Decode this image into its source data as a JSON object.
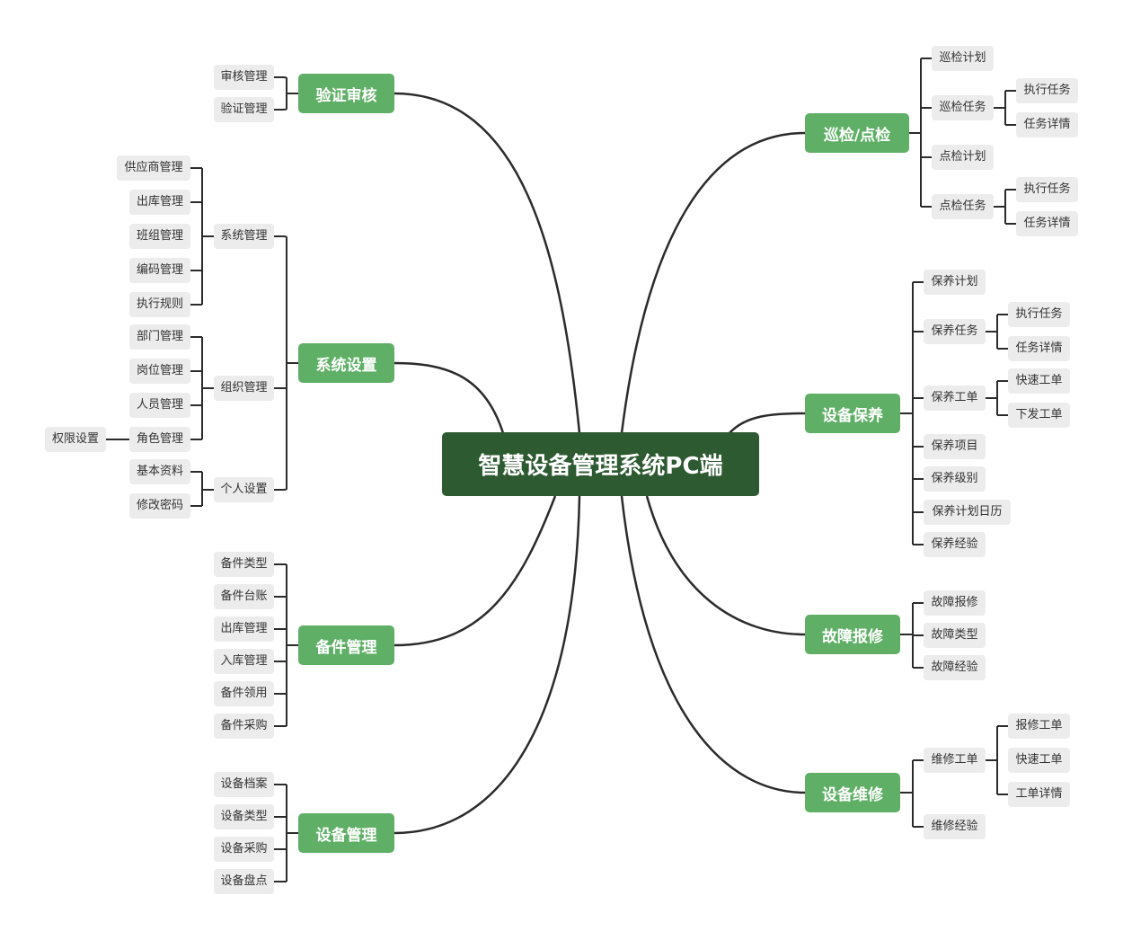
{
  "root": "智慧设备管理系统PC端",
  "colors": {
    "root": "#2d5a31",
    "branch": "#5fb066",
    "leaf_bg": "#ececec",
    "line": "#2b2b2b"
  },
  "branches": {
    "audit": {
      "label": "验证审核",
      "items": [
        "审核管理",
        "验证管理"
      ]
    },
    "settings": {
      "label": "系统设置",
      "system": {
        "label": "系统管理",
        "items": [
          "供应商管理",
          "出库管理",
          "班组管理",
          "编码管理",
          "执行规则"
        ]
      },
      "org": {
        "label": "组织管理",
        "items": [
          "部门管理",
          "岗位管理",
          "人员管理",
          "角色管理"
        ],
        "role_child": "权限设置"
      },
      "personal": {
        "label": "个人设置",
        "items": [
          "基本资料",
          "修改密码"
        ]
      }
    },
    "spares": {
      "label": "备件管理",
      "items": [
        "备件类型",
        "备件台账",
        "出库管理",
        "入库管理",
        "备件领用",
        "备件采购"
      ]
    },
    "equipment": {
      "label": "设备管理",
      "items": [
        "设备档案",
        "设备类型",
        "设备采购",
        "设备盘点"
      ]
    },
    "inspection": {
      "label": "巡检/点检",
      "patrol_plan": "巡检计划",
      "patrol_task": {
        "label": "巡检任务",
        "items": [
          "执行任务",
          "任务详情"
        ]
      },
      "check_plan": "点检计划",
      "check_task": {
        "label": "点检任务",
        "items": [
          "执行任务",
          "任务详情"
        ]
      }
    },
    "maintenance": {
      "label": "设备保养",
      "plan": "保养计划",
      "task": {
        "label": "保养任务",
        "items": [
          "执行任务",
          "任务详情"
        ]
      },
      "order": {
        "label": "保养工单",
        "items": [
          "快速工单",
          "下发工单"
        ]
      },
      "others": [
        "保养项目",
        "保养级别",
        "保养计划日历",
        "保养经验"
      ]
    },
    "fault": {
      "label": "故障报修",
      "items": [
        "故障报修",
        "故障类型",
        "故障经验"
      ]
    },
    "repair": {
      "label": "设备维修",
      "order": {
        "label": "维修工单",
        "items": [
          "报修工单",
          "快速工单",
          "工单详情"
        ]
      },
      "experience": "维修经验"
    }
  }
}
